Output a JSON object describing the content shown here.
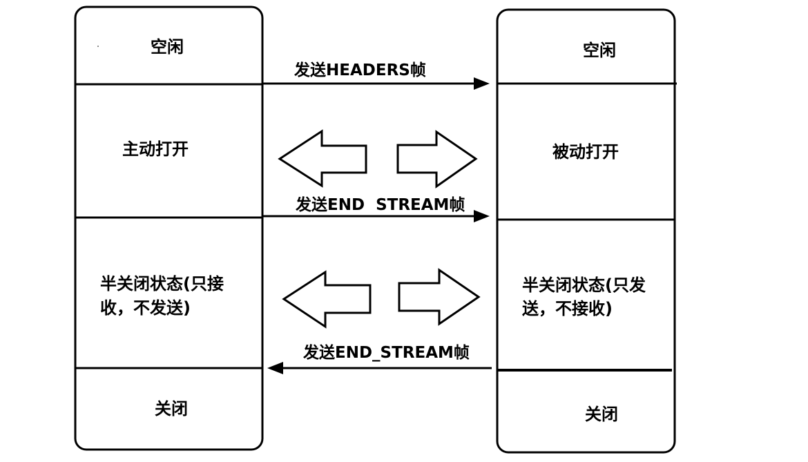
{
  "colors": {
    "stroke": "#000000",
    "background": "#ffffff"
  },
  "left_lane": {
    "states": {
      "idle": "空闲",
      "open": "主动打开",
      "half_closed_line1": "半关闭状态(只接",
      "half_closed_line2": "收，不发送)",
      "closed": "关闭"
    }
  },
  "right_lane": {
    "states": {
      "idle": "空闲",
      "open": "被动打开",
      "half_closed_line1": "半关闭状态(只发",
      "half_closed_line2": "送，不接收)",
      "closed": "关闭"
    }
  },
  "messages": {
    "headers": "发送HEADERS帧",
    "end_stream_1": "发送END  STREAM帧",
    "end_stream_2": "发送END_STREAM帧"
  },
  "icons": {
    "bidirectional": "double-hollow-arrow-icon"
  }
}
